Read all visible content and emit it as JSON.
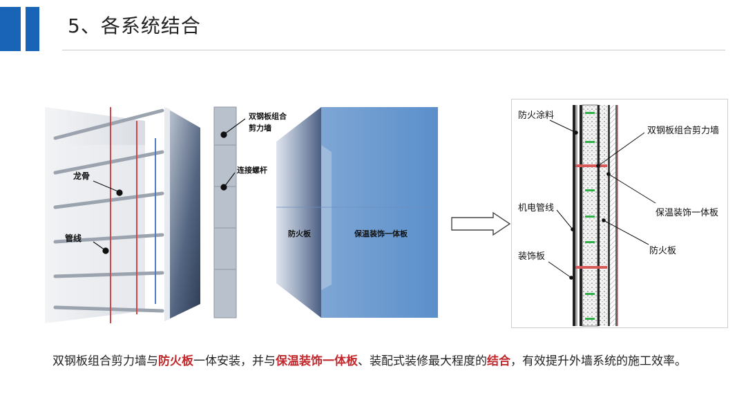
{
  "header": {
    "title": "5、各系统结合"
  },
  "left_figure": {
    "labels": {
      "keel": "龙骨",
      "pipe": "管线",
      "wall": "双钢板组合\n剪力墙",
      "wall_line1": "双钢板组合",
      "wall_line2": "剪力墙",
      "bolt": "连接螺杆",
      "fireboard": "防火板",
      "insulation": "保温装饰一体板"
    }
  },
  "right_figure": {
    "labels": {
      "fire_coating": "防火涂料",
      "shear_wall": "双钢板组合剪力墙",
      "mep_pipe": "机电管线",
      "insulation_board": "保温装饰一体板",
      "decor_board": "装饰板",
      "fire_board": "防火板"
    }
  },
  "colors": {
    "accent": "#1a64b8",
    "highlight": "#c0282c"
  },
  "paragraph": {
    "p1": "双钢板组合剪力墙与",
    "h1": "防火板",
    "p2": "一体安装，并与",
    "h2": "保温装饰一体板",
    "p3": "、装配式装修最大程度的",
    "h3": "结合",
    "p4": "，有效提升外墙系统的施工效率。"
  }
}
